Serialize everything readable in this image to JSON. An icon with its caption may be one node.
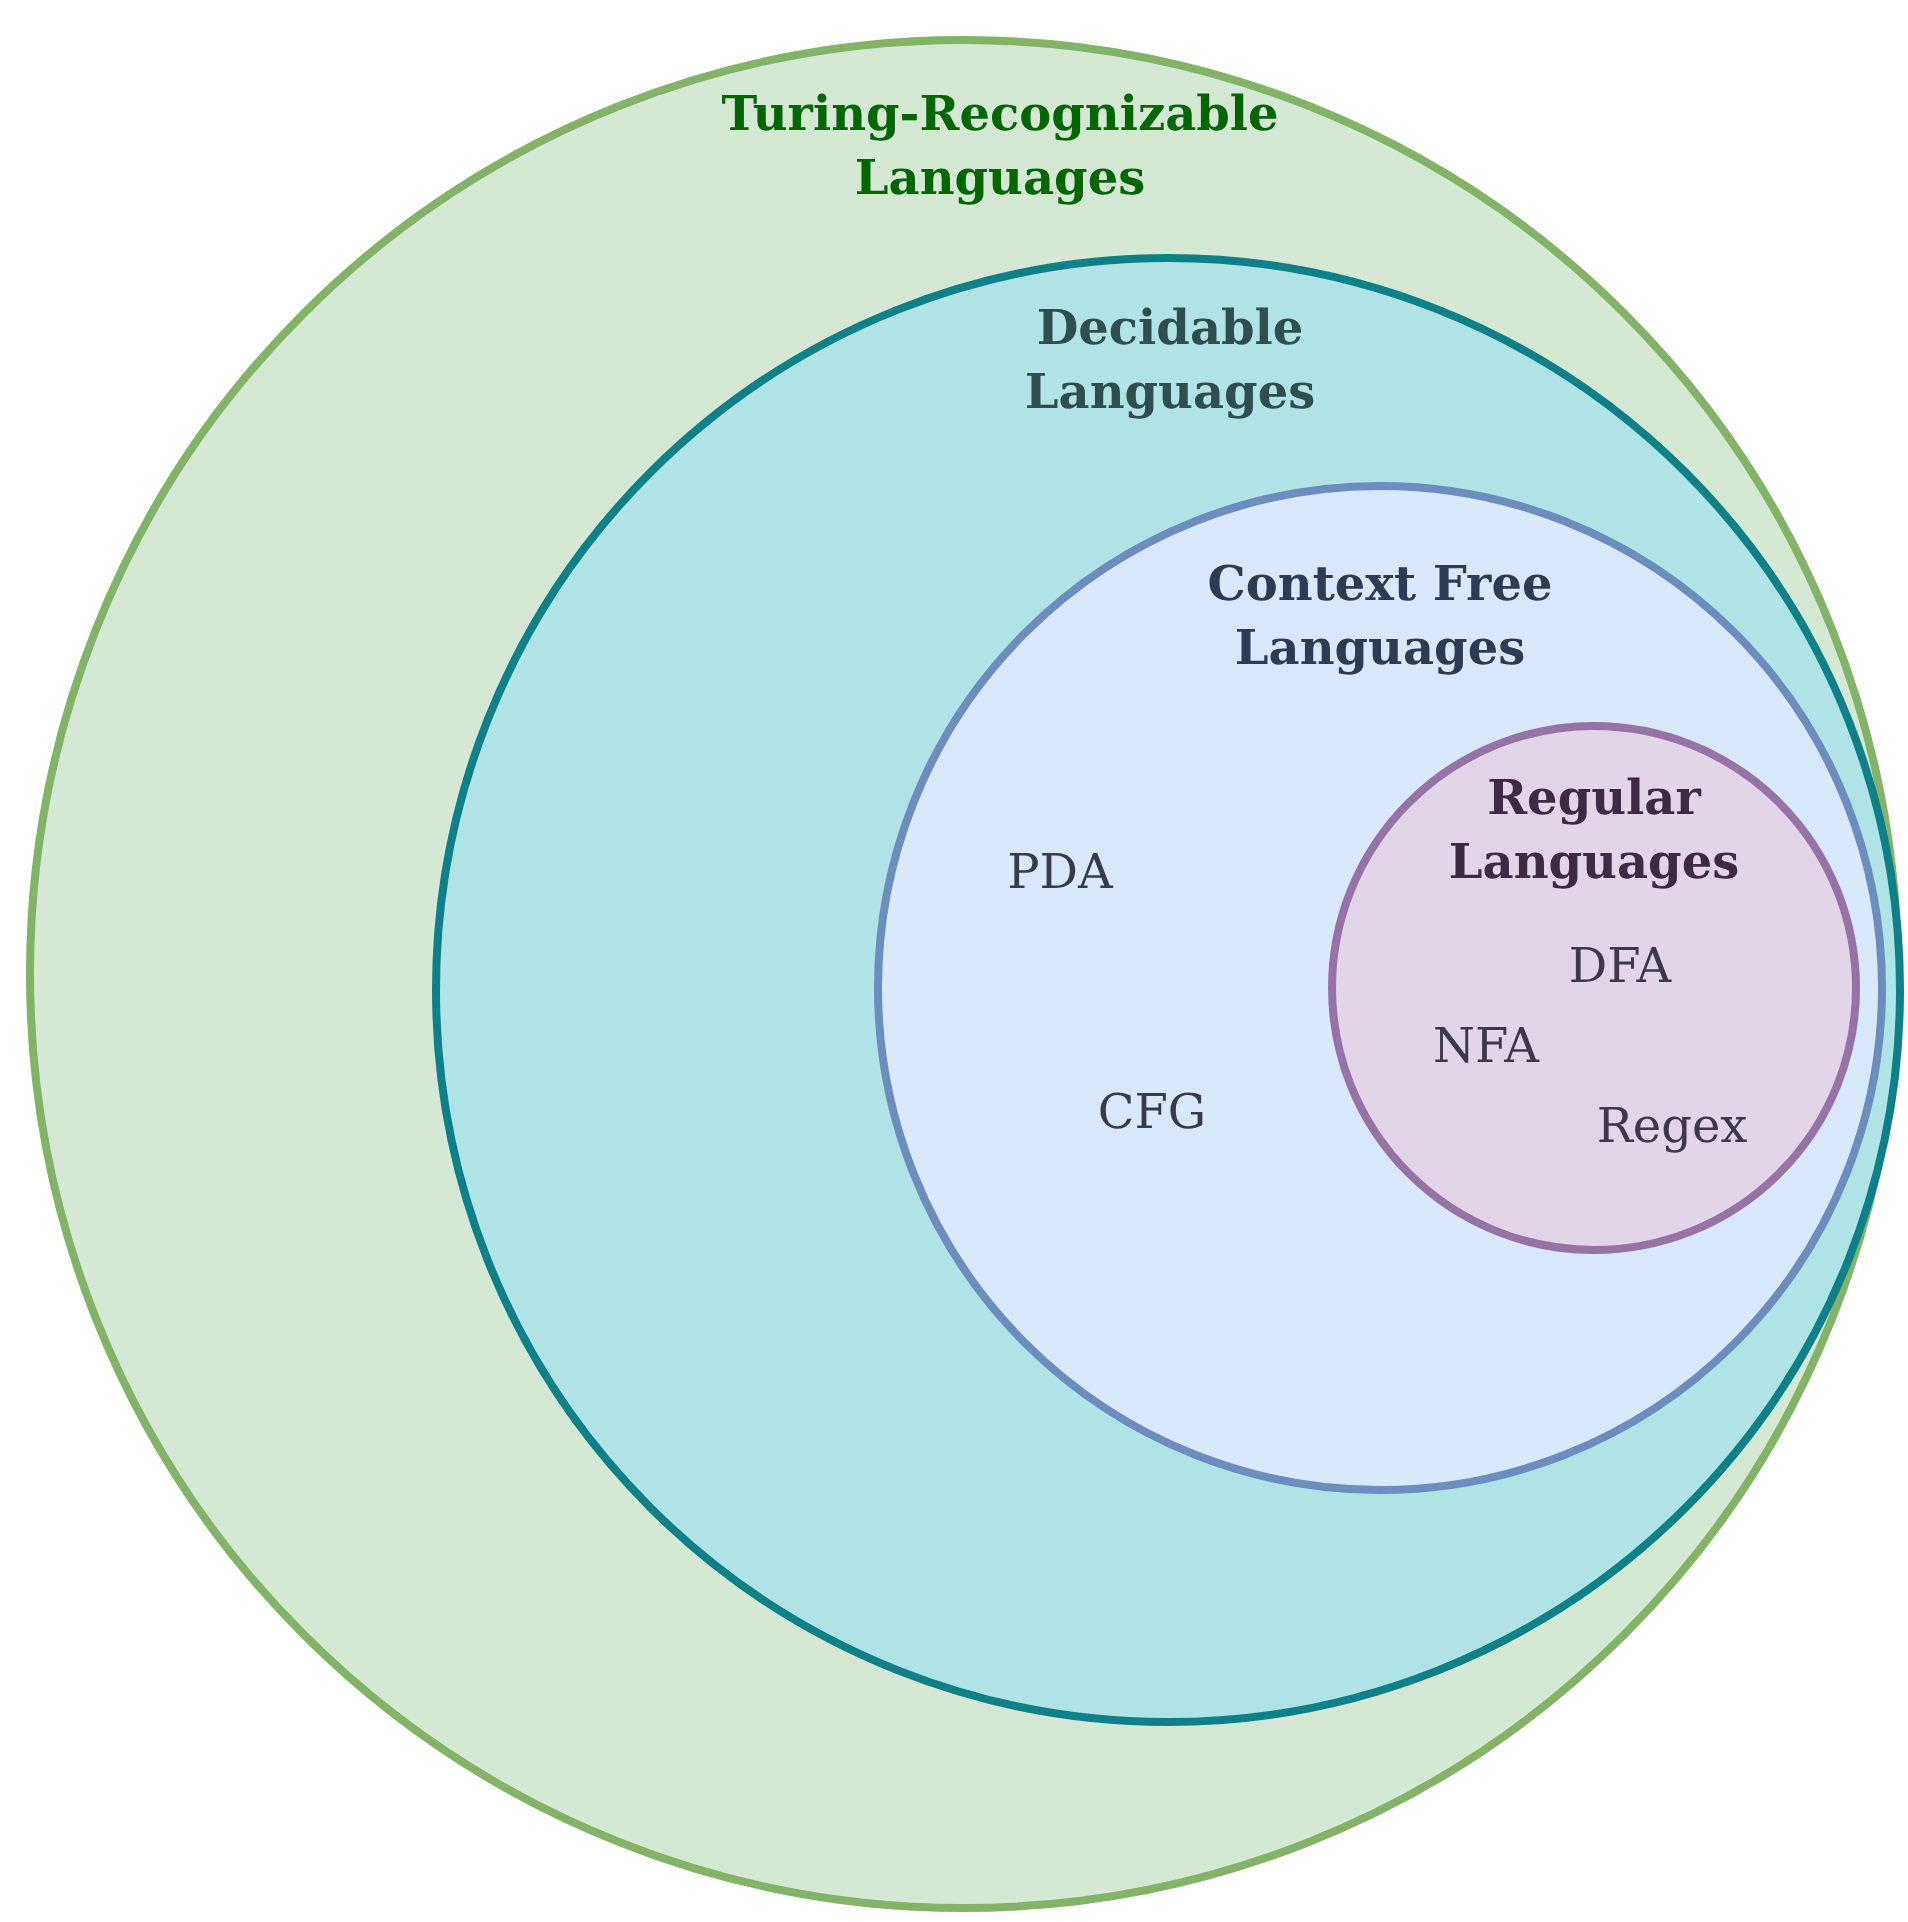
{
  "diagram": {
    "nodes": [
      {
        "text": [
          "Turing-Recognizable Languages"
        ]
      },
      {
        "text": [
          "Decidable Languages"
        ],
        "in": 0
      },
      {
        "text": [
          "Context Free Languages",
          "PDA",
          "CFG"
        ],
        "in": 1
      },
      {
        "text": [
          "Regular Languages",
          "DFA",
          "NFA",
          "Regex"
        ],
        "in": 2
      }
    ],
    "edges": []
  }
}
